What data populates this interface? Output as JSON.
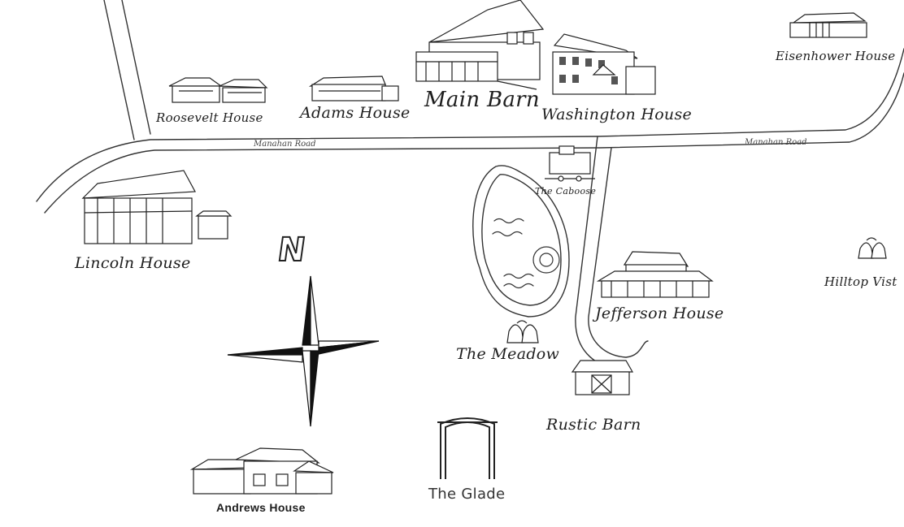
{
  "roads": {
    "road_left": "Manahan Road",
    "road_right": "Manahan Road"
  },
  "compass": {
    "north": "N"
  },
  "locations": {
    "roosevelt": "Roosevelt House",
    "adams": "Adams House",
    "main_barn": "Main Barn",
    "washington": "Washington House",
    "eisenhower": "Eisenhower House",
    "lincoln": "Lincoln House",
    "caboose": "The Caboose",
    "jefferson": "Jefferson House",
    "hilltop": "Hilltop Vist",
    "meadow": "The Meadow",
    "rustic_barn": "Rustic Barn",
    "andrews": "Andrews House",
    "glade": "The Glade"
  },
  "icons": {
    "compass": "compass-rose-icon",
    "bells": "wedding-bells-icon",
    "arch": "wedding-arch-icon"
  }
}
